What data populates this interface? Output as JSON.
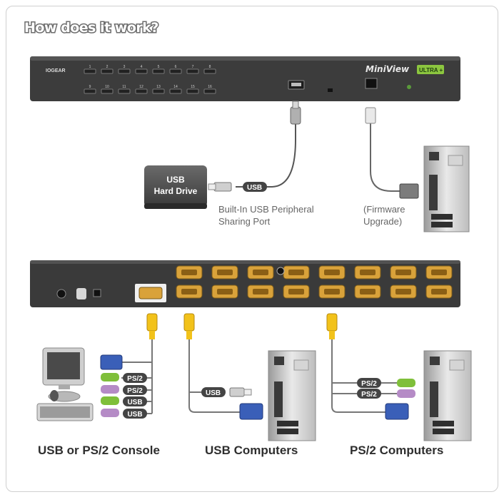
{
  "title": "How does it work?",
  "front_panel": {
    "brand": "IOGEAR",
    "product_name": "MiniView",
    "product_badge": "ULTRA +",
    "port_numbers_top": [
      "1",
      "2",
      "3",
      "4",
      "5",
      "6",
      "7",
      "8"
    ],
    "port_numbers_bottom": [
      "9",
      "10",
      "11",
      "12",
      "13",
      "14",
      "15",
      "16"
    ]
  },
  "usb_drive": {
    "line1": "USB",
    "line2": "Hard Drive"
  },
  "usb_cable_label": "USB",
  "usb_port_caption": {
    "line1": "Built-In USB Peripheral",
    "line2": "Sharing Port"
  },
  "firmware_caption": {
    "line1": "(Firmware",
    "line2": "Upgrade)"
  },
  "console_labels": [
    "PS/2",
    "PS/2",
    "USB",
    "USB"
  ],
  "usb_computer_label": "USB",
  "ps2_computer_labels": [
    "PS/2",
    "PS/2"
  ],
  "captions": {
    "console": "USB or PS/2 Console",
    "usb_computers": "USB Computers",
    "ps2_computers": "PS/2 Computers"
  },
  "colors": {
    "panel": "#3c3c3c",
    "vga_port": "#d9a23a",
    "kvm_cable": "#f2c21a",
    "ps2_green": "#7fbf3a",
    "ps2_purple": "#b58bc6",
    "vga_blue": "#3a5fb8",
    "badge_green": "#8cc63f"
  }
}
